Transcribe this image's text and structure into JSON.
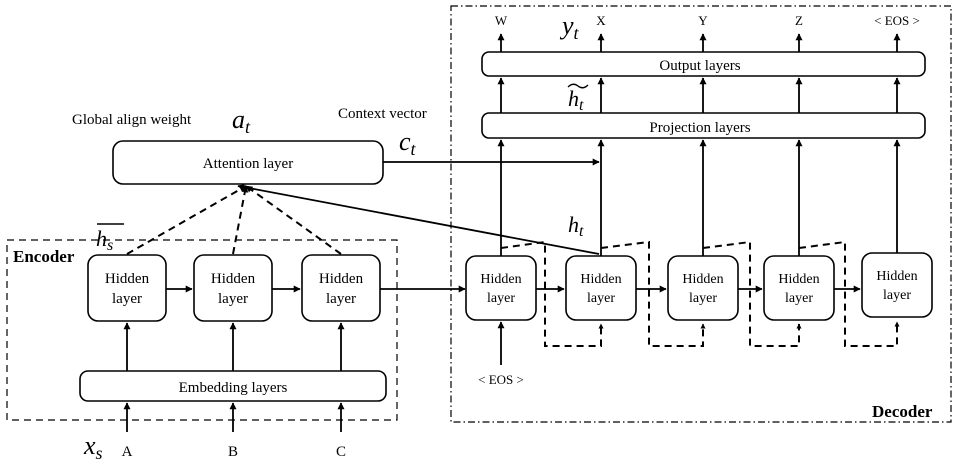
{
  "encoder": {
    "label": "Encoder",
    "hidden_top": "Hidden",
    "hidden_bottom": "layer",
    "embedding_label": "Embedding layers",
    "inputs": [
      "A",
      "B",
      "C"
    ],
    "input_symbol": "x",
    "input_sub": "s",
    "state_symbol": "h",
    "state_sub": "s"
  },
  "attention": {
    "label": "Attention layer",
    "weight_label": "Global align weight",
    "weight_symbol": "a",
    "weight_sub": "t",
    "context_label": "Context vector",
    "context_symbol": "c",
    "context_sub": "t"
  },
  "decoder": {
    "label": "Decoder",
    "hidden_top": "Hidden",
    "hidden_bottom": "layer",
    "projection_label": "Projection layers",
    "output_label": "Output layers",
    "start_token": "< EOS >",
    "outputs": [
      "W",
      "X",
      "Y",
      "Z",
      "< EOS >"
    ],
    "output_symbol": "y",
    "output_sub": "t",
    "attn_hidden_symbol": "h",
    "attn_hidden_sub": "t",
    "hidden_symbol": "h",
    "hidden_sub": "t"
  }
}
